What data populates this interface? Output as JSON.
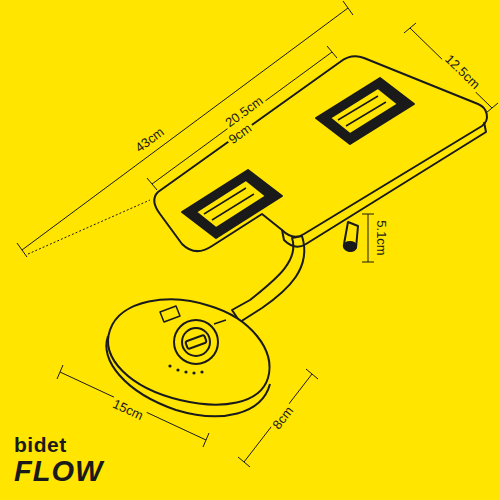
{
  "diagram": {
    "labels": [
      "43cm",
      "20.5cm",
      "9cm",
      "12.5cm",
      "5.1cm",
      "15cm",
      "8cm",
      "bidet",
      "FLOW"
    ]
  }
}
